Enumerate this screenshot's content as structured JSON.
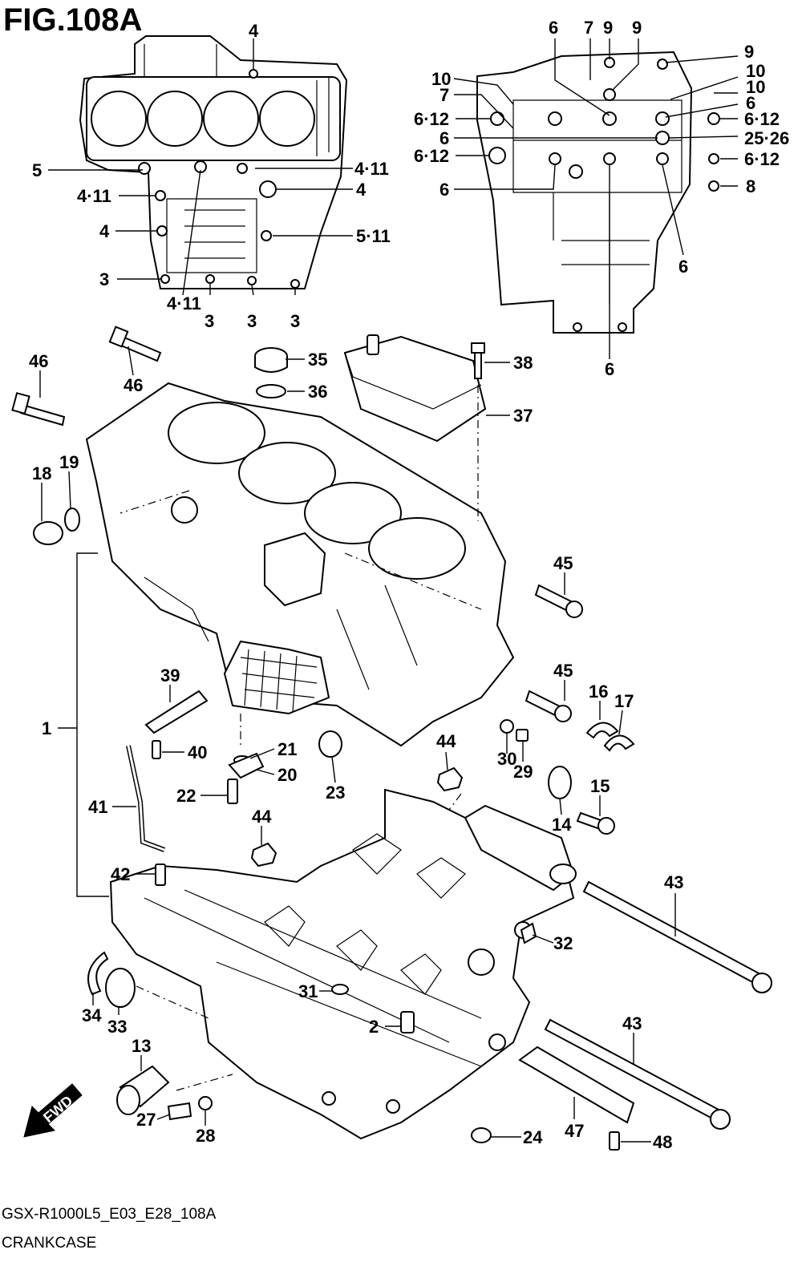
{
  "title": "FIG.108A",
  "footer": {
    "model_code": "GSX-R1000L5_E03_E28_108A",
    "section_name": "CRANKCASE"
  },
  "fwd_label": "FWD",
  "callouts": [
    "4",
    "5",
    "4·11",
    "4·11",
    "4",
    "4",
    "5·11",
    "3",
    "4·11",
    "3",
    "3",
    "3",
    "6",
    "7",
    "9",
    "9",
    "9",
    "10",
    "10",
    "10",
    "7",
    "6",
    "6·12",
    "6·12",
    "6",
    "25·26",
    "6·12",
    "6·12",
    "6",
    "8",
    "6",
    "6",
    "46",
    "46",
    "35",
    "36",
    "38",
    "37",
    "18",
    "19",
    "45",
    "45",
    "16",
    "17",
    "39",
    "1",
    "40",
    "21",
    "20",
    "22",
    "23",
    "44",
    "30",
    "29",
    "15",
    "41",
    "14",
    "44",
    "42",
    "43",
    "32",
    "31",
    "34",
    "33",
    "2",
    "13",
    "43",
    "27",
    "28",
    "24",
    "47",
    "48"
  ]
}
